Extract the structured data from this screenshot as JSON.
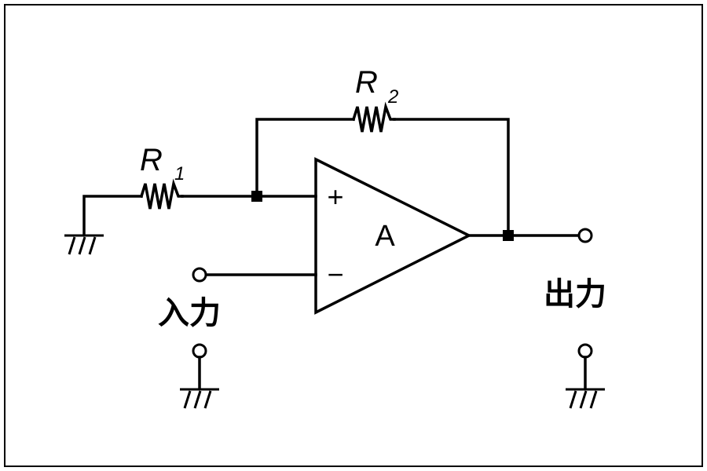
{
  "diagram": {
    "resistor_r1": {
      "letter": "R",
      "subscript": "1"
    },
    "resistor_r2": {
      "letter": "R",
      "subscript": "2"
    },
    "amplifier": {
      "label": "A",
      "plus_sign": "+",
      "minus_sign": "−"
    },
    "input_label": "入力",
    "output_label": "出力"
  }
}
